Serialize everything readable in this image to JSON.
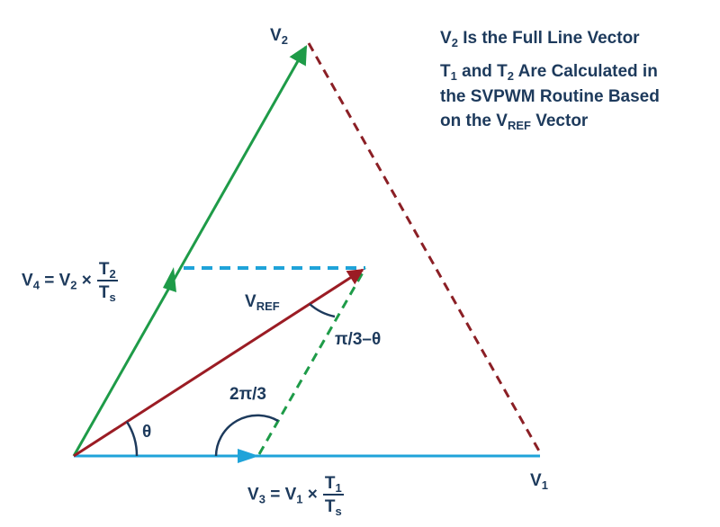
{
  "notes": {
    "line1": {
      "pre": "V",
      "sub": "2",
      "post": " Is the Full Line Vector"
    },
    "line2": {
      "a": "T",
      "a_sub": "1",
      "mid": " and T",
      "b_sub": "2",
      "post": " Are Calculated in"
    },
    "line3": "the SVPWM Routine Based",
    "line4": {
      "pre": "on the V",
      "sub": "REF",
      "post": " Vector"
    }
  },
  "labels": {
    "v2": {
      "main": "V",
      "sub": "2"
    },
    "v1": {
      "main": "V",
      "sub": "1"
    },
    "vref": {
      "main": "V",
      "sub": "REF"
    },
    "theta": "θ",
    "angle_pi3_minus_theta": "π/3–θ",
    "angle_2pi3": "2π/3",
    "v4_eq": {
      "lhs": "V",
      "lhs_sub": "4",
      "eq": " = V",
      "rhs_sub": "2",
      "times": " ×",
      "num": "T",
      "num_sub": "2",
      "den": "T",
      "den_sub": "s"
    },
    "v3_eq": {
      "lhs": "V",
      "lhs_sub": "3",
      "eq": " = V",
      "rhs_sub": "1",
      "times": " ×",
      "num": "T",
      "num_sub": "1",
      "den": "T",
      "den_sub": "s"
    }
  },
  "colors": {
    "green": "#1e9b48",
    "red": "#9b1c24",
    "blue": "#1fa3d9",
    "darkred_dashed": "#8b1f25",
    "text": "#1d3a5c"
  }
}
